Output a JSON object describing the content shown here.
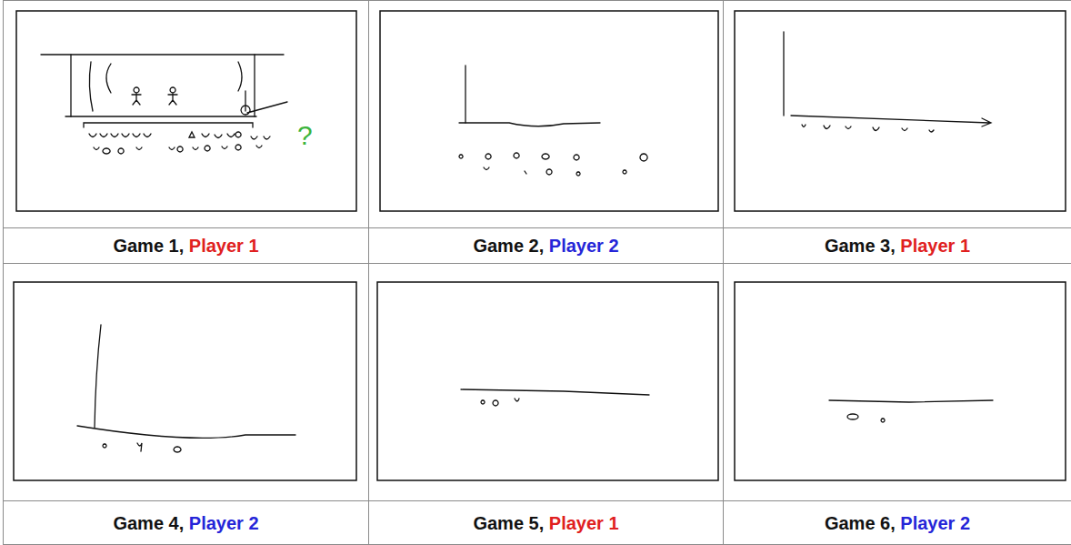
{
  "diagram": {
    "nodes": [
      {
        "text": [
          "Game 1,",
          "Player 1"
        ]
      },
      {
        "text": [
          "Game 2,",
          "Player 2"
        ]
      },
      {
        "text": [
          "Game 3,",
          "Player 1"
        ]
      },
      {
        "text": [
          "Game 4,",
          "Player 2"
        ]
      },
      {
        "text": [
          "Game 5,",
          "Player 1"
        ]
      },
      {
        "text": [
          "Game 6,",
          "Player 2"
        ]
      }
    ],
    "labels": [
      "?"
    ]
  }
}
